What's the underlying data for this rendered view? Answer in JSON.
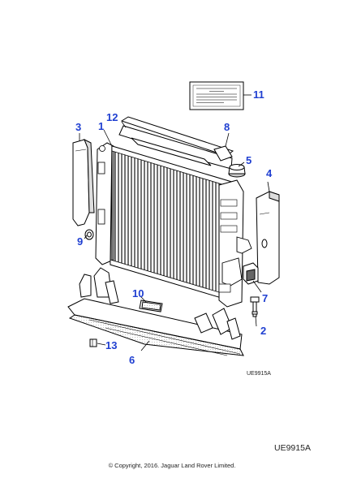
{
  "callouts": {
    "c1": "1",
    "c2": "2",
    "c3": "3",
    "c4": "4",
    "c5": "5",
    "c6": "6",
    "c7": "7",
    "c8": "8",
    "c9": "9",
    "c10": "10",
    "c11": "11",
    "c12": "12",
    "c13": "13"
  },
  "diagram_ref_small": "UE9915A",
  "diagram_ref_large": "UE9915A",
  "copyright": "© Copyright, 2016. Jaguar Land Rover Limited.",
  "colors": {
    "callout": "#1f3fd1",
    "line": "#000000"
  }
}
